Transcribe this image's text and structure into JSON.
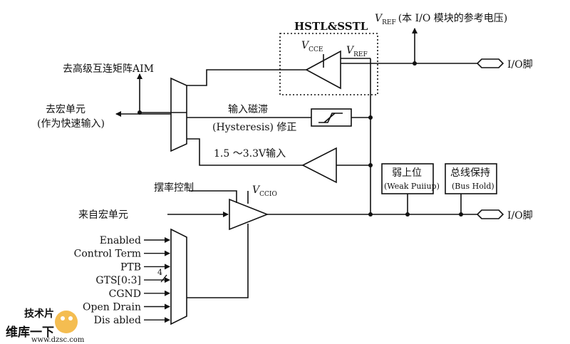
{
  "dotted_box_label": "HSTL&SSTL",
  "vref_top": {
    "main": "V",
    "sub": "REF",
    "note": "(本 I/O 模块的参考电压)"
  },
  "vcce": {
    "main": "V",
    "sub": "CCE"
  },
  "vref_in": {
    "main": "V",
    "sub": "REF"
  },
  "vccio": {
    "main": "V",
    "sub": "CCIO"
  },
  "io_pin_top": "I/O脚",
  "io_pin_bottom": "I/O脚",
  "aim_label": "去高级互连矩阵AIM",
  "macro_out_label_1": "去宏单元",
  "macro_out_label_2": "(作为快速输入)",
  "hysteresis_label_1": "输入磁滞",
  "hysteresis_label_2": "(Hysteresis) 修正",
  "lv_input_label": "1.5 ～3.3V输入",
  "weak_pullup": {
    "title": "弱上位",
    "subtitle": "(Weak Puiiup)"
  },
  "bus_hold": {
    "title": "总线保持",
    "subtitle": "(Bus Hold)"
  },
  "slew_label": "摆率控制",
  "macro_in_label": "来自宏单元",
  "bus_width": "4",
  "oe_mux_inputs": [
    "Enabled",
    "Control Term",
    "PTB",
    "GTS[0:3]",
    "CGND",
    "Open Drain",
    "Dis abled"
  ],
  "watermark": {
    "logo_text": "技术片",
    "cn": "维库一下",
    "url": "www.dzsc.com"
  }
}
